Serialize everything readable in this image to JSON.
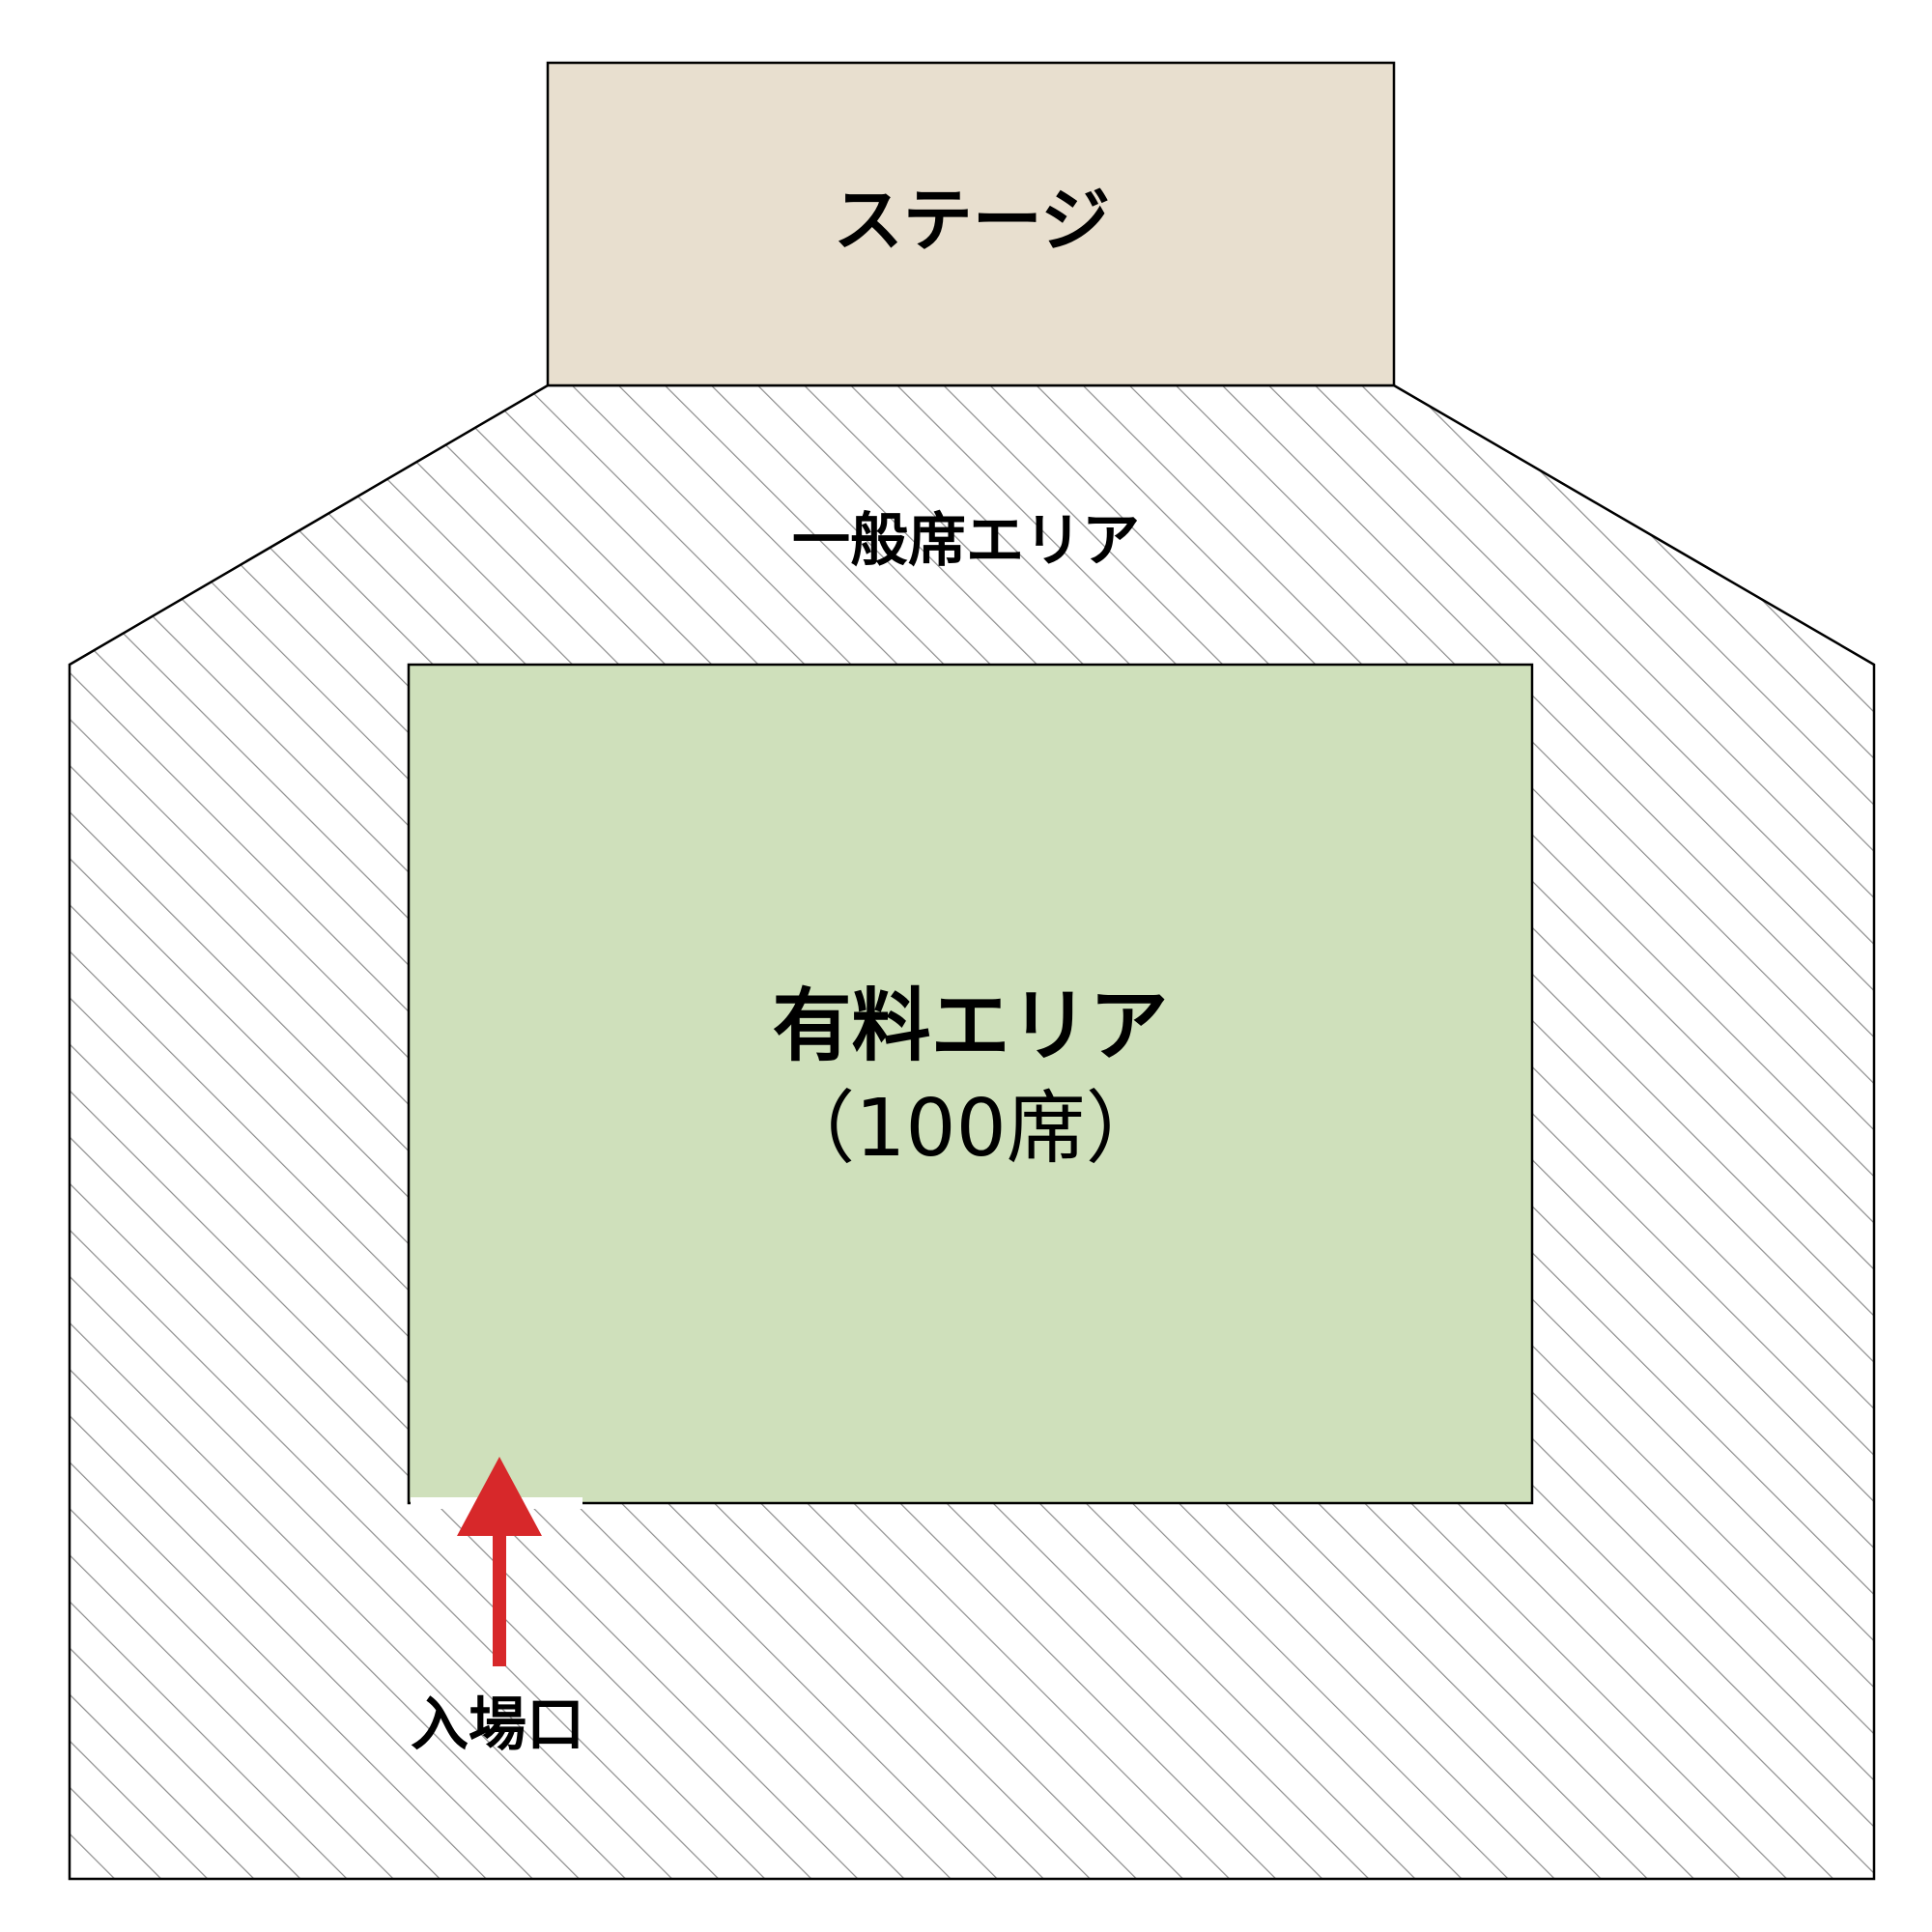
{
  "areas": {
    "stage": {
      "label": "ステージ",
      "fill": "#e8dfcf"
    },
    "general": {
      "label": "一般席エリア",
      "hatch_color": "#8c8c8c"
    },
    "paid": {
      "label": "有料エリア",
      "capacity": "（100席）",
      "fill": "#cfe0bb"
    },
    "entrance": {
      "label": "入場口",
      "arrow_color": "#d7282a"
    }
  }
}
